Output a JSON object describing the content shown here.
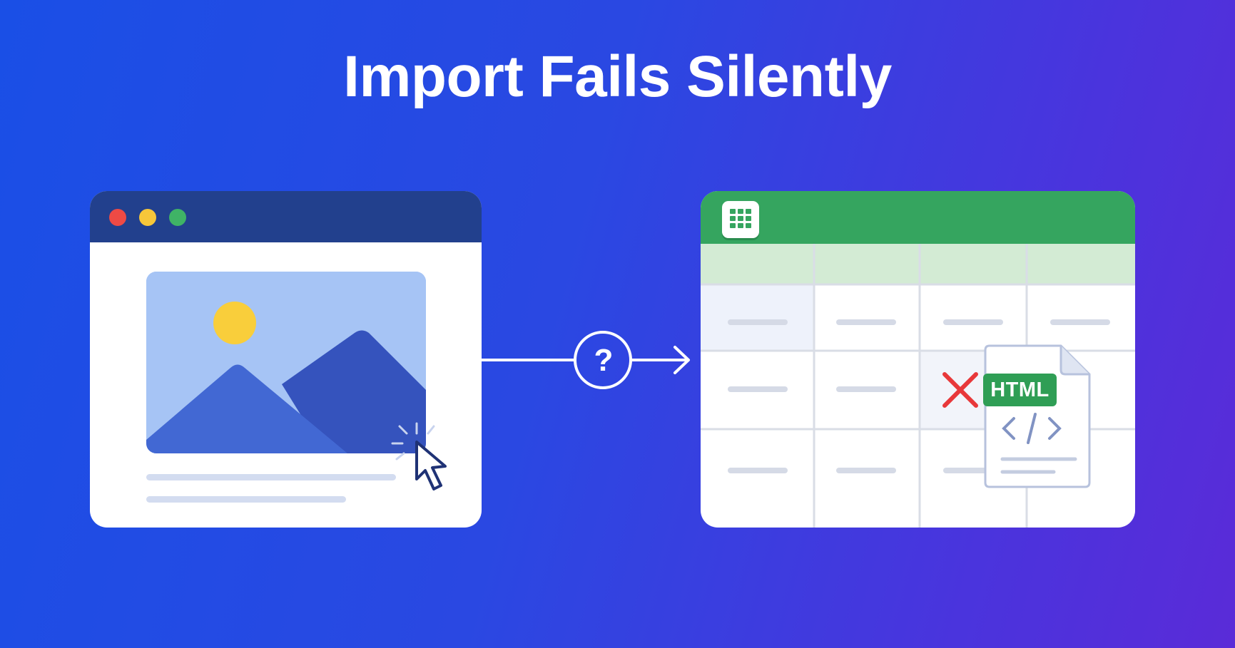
{
  "title": "Import Fails Silently",
  "browser": {
    "dots": [
      {
        "name": "close",
        "color": "#ee4a45"
      },
      {
        "name": "minimize",
        "color": "#f7c73a"
      },
      {
        "name": "maximize",
        "color": "#3fb366"
      }
    ],
    "titlebar_color": "#22408d"
  },
  "connector": {
    "question_mark": "?"
  },
  "spreadsheet": {
    "header_color": "#35a55f",
    "html_badge": "HTML",
    "code_glyph": "</>",
    "error_mark_color": "#e8383a"
  }
}
